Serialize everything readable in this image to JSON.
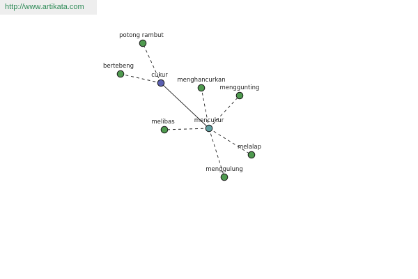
{
  "watermark": "http://www.artikata.com",
  "colors": {
    "leaf_node": "#4f9a4f",
    "word_node": "#5a5fb0",
    "hub_node": "#5f9ea0",
    "edge": "#222222"
  },
  "nodes": [
    {
      "id": "potong-rambut",
      "label": "potong rambut",
      "kind": "leaf"
    },
    {
      "id": "bertebeng",
      "label": "bertebeng",
      "kind": "leaf"
    },
    {
      "id": "cukur",
      "label": "cukur",
      "kind": "word"
    },
    {
      "id": "menghancurkan",
      "label": "menghancurkan",
      "kind": "leaf"
    },
    {
      "id": "menggunting",
      "label": "menggunting",
      "kind": "leaf"
    },
    {
      "id": "mencukur",
      "label": "mencukur",
      "kind": "hub"
    },
    {
      "id": "melibas",
      "label": "melibas",
      "kind": "leaf"
    },
    {
      "id": "melalap",
      "label": "melalap",
      "kind": "leaf"
    },
    {
      "id": "menggulung",
      "label": "menggulung",
      "kind": "leaf"
    }
  ],
  "edges": [
    {
      "from": "cukur",
      "to": "potong-rambut",
      "style": "dashed"
    },
    {
      "from": "cukur",
      "to": "bertebeng",
      "style": "dashed"
    },
    {
      "from": "cukur",
      "to": "mencukur",
      "style": "solid"
    },
    {
      "from": "mencukur",
      "to": "menghancurkan",
      "style": "dashed"
    },
    {
      "from": "mencukur",
      "to": "menggunting",
      "style": "dashed"
    },
    {
      "from": "mencukur",
      "to": "melibas",
      "style": "dashed"
    },
    {
      "from": "mencukur",
      "to": "melalap",
      "style": "dashed"
    },
    {
      "from": "mencukur",
      "to": "menggulung",
      "style": "dashed"
    }
  ]
}
